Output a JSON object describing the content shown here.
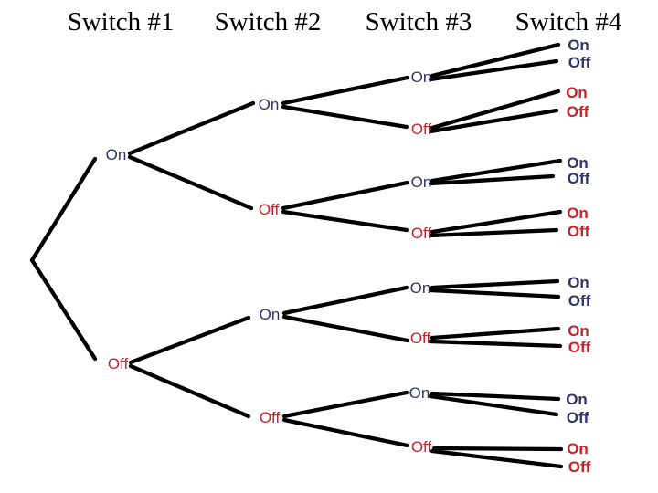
{
  "headers": [
    "Switch #1",
    "Switch #2",
    "Switch #3",
    "Switch #4"
  ],
  "colors": {
    "navy": "#333366",
    "red": "#C82129",
    "branch": "#000000",
    "header": "#000000",
    "background": "#FFFFFF"
  },
  "nodes": [
    {
      "id": "switch1-on",
      "column": 1,
      "label": "On",
      "color": "navy"
    },
    {
      "id": "switch1-off",
      "column": 1,
      "label": "Off",
      "color": "red"
    },
    {
      "id": "switch2-on-1",
      "column": 2,
      "label": "On",
      "color": "navy"
    },
    {
      "id": "switch2-off-1",
      "column": 2,
      "label": "Off",
      "color": "red"
    },
    {
      "id": "switch2-on-2",
      "column": 2,
      "label": "On",
      "color": "navy"
    },
    {
      "id": "switch2-off-2",
      "column": 2,
      "label": "Off",
      "color": "red"
    },
    {
      "id": "switch3-on-1",
      "column": 3,
      "label": "On",
      "color": "navy"
    },
    {
      "id": "switch3-off-1",
      "column": 3,
      "label": "Off",
      "color": "red"
    },
    {
      "id": "switch3-on-2",
      "column": 3,
      "label": "On",
      "color": "navy"
    },
    {
      "id": "switch3-off-2",
      "column": 3,
      "label": "Off",
      "color": "red"
    },
    {
      "id": "switch3-on-3",
      "column": 3,
      "label": "On",
      "color": "navy"
    },
    {
      "id": "switch3-off-3",
      "column": 3,
      "label": "Off",
      "color": "red"
    },
    {
      "id": "switch3-on-4",
      "column": 3,
      "label": "On",
      "color": "navy"
    },
    {
      "id": "switch3-off-4",
      "column": 3,
      "label": "Off",
      "color": "red"
    },
    {
      "id": "switch4-on-1",
      "column": 4,
      "label": "On",
      "color": "navy"
    },
    {
      "id": "switch4-off-1",
      "column": 4,
      "label": "Off",
      "color": "navy"
    },
    {
      "id": "switch4-on-2",
      "column": 4,
      "label": "On",
      "color": "red"
    },
    {
      "id": "switch4-off-2",
      "column": 4,
      "label": "Off",
      "color": "red"
    },
    {
      "id": "switch4-on-3",
      "column": 4,
      "label": "On",
      "color": "navy"
    },
    {
      "id": "switch4-off-3",
      "column": 4,
      "label": "Off",
      "color": "navy"
    },
    {
      "id": "switch4-on-4",
      "column": 4,
      "label": "On",
      "color": "red"
    },
    {
      "id": "switch4-off-4",
      "column": 4,
      "label": "Off",
      "color": "red"
    },
    {
      "id": "switch4-on-5",
      "column": 4,
      "label": "On",
      "color": "navy"
    },
    {
      "id": "switch4-off-5",
      "column": 4,
      "label": "Off",
      "color": "navy"
    },
    {
      "id": "switch4-on-6",
      "column": 4,
      "label": "On",
      "color": "red"
    },
    {
      "id": "switch4-off-6",
      "column": 4,
      "label": "Off",
      "color": "red"
    },
    {
      "id": "switch4-on-7",
      "column": 4,
      "label": "On",
      "color": "navy"
    },
    {
      "id": "switch4-off-7",
      "column": 4,
      "label": "Off",
      "color": "navy"
    },
    {
      "id": "switch4-on-8",
      "column": 4,
      "label": "On",
      "color": "red"
    },
    {
      "id": "switch4-off-8",
      "column": 4,
      "label": "Off",
      "color": "red"
    }
  ]
}
